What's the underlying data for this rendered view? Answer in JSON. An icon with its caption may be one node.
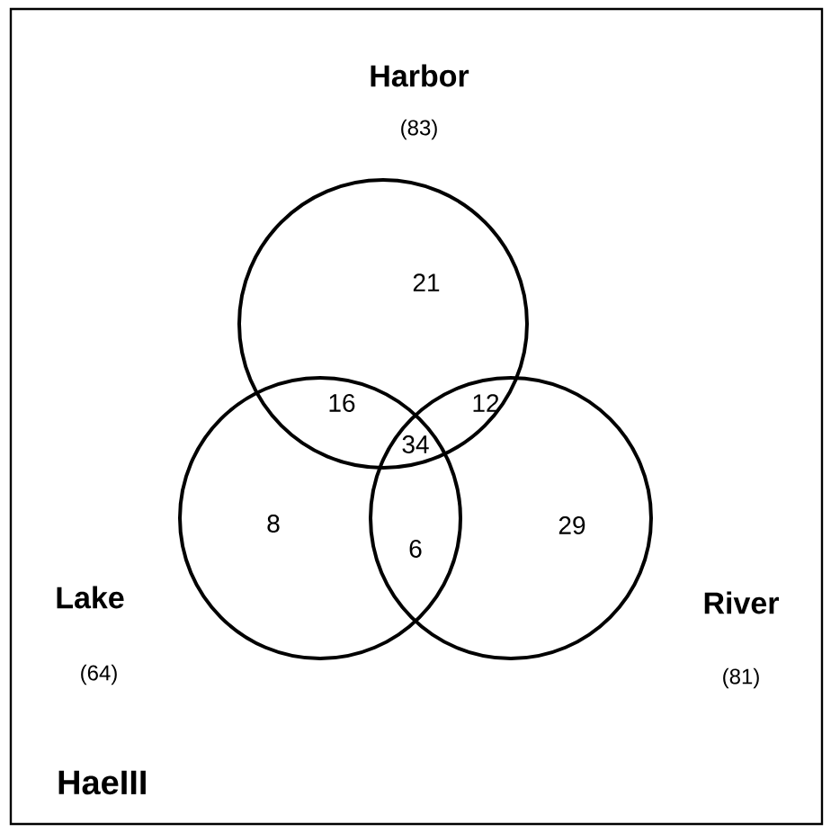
{
  "diagram": {
    "nodes": [
      {
        "text": [
          "Harbor"
        ],
        "beside": [
          "(83)"
        ]
      },
      {
        "text": [
          "Lake"
        ],
        "beside": [
          "(64)"
        ]
      },
      {
        "text": [
          "River"
        ],
        "beside": [
          "(81)"
        ]
      }
    ],
    "labels": [
      "21",
      "16",
      "12",
      "34",
      "8",
      "6",
      "29",
      "HaeIII"
    ]
  }
}
